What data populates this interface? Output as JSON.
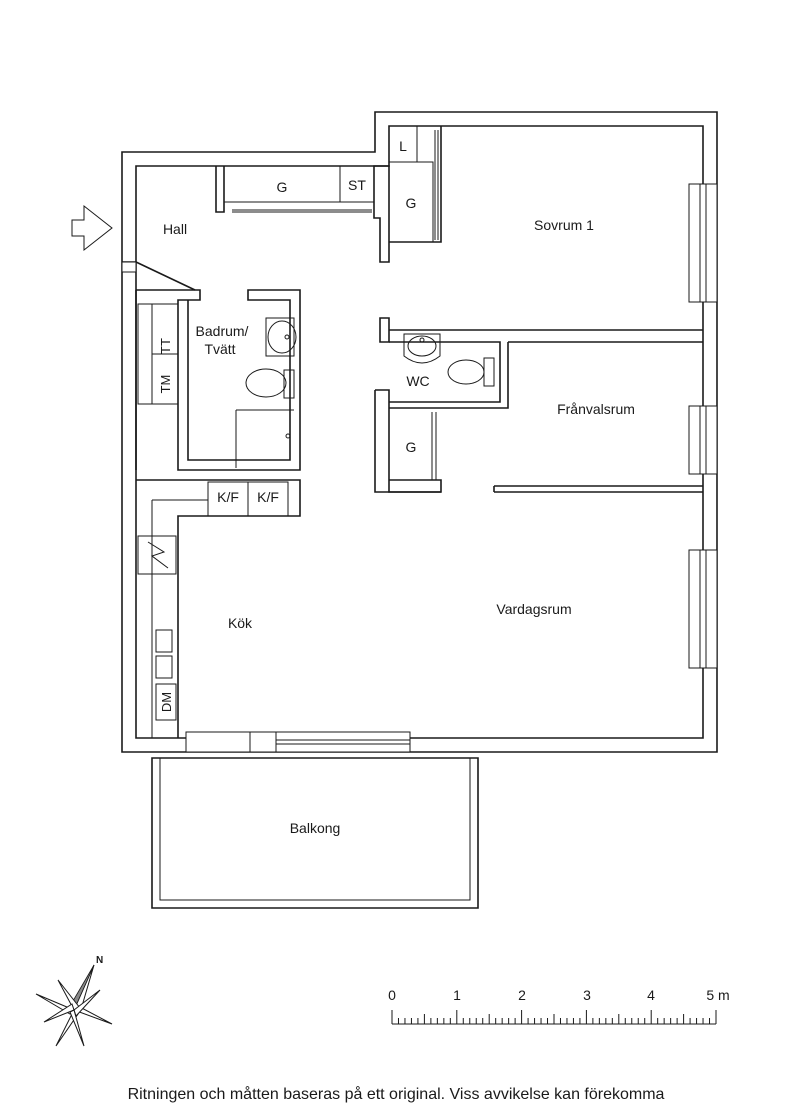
{
  "rooms": {
    "hall": "Hall",
    "sovrum": "Sovrum 1",
    "badrum_line1": "Badrum/",
    "badrum_line2": "Tvätt",
    "wc": "WC",
    "franvalsrum": "Frånvalsrum",
    "kok": "Kök",
    "vardagsrum": "Vardagsrum",
    "balkong": "Balkong"
  },
  "fixtures": {
    "g_hall": "G",
    "st": "ST",
    "l": "L",
    "g_sovrum": "G",
    "tt": "TT",
    "tm": "TM",
    "g_wc": "G",
    "kf1": "K/F",
    "kf2": "K/F",
    "dm": "DM"
  },
  "scale": {
    "labels": [
      "0",
      "1",
      "2",
      "3",
      "4",
      "5 m"
    ]
  },
  "compass": {
    "north": "N"
  },
  "disclaimer": "Ritningen och måtten baseras på ett original. Viss avvikelse kan förekomma"
}
